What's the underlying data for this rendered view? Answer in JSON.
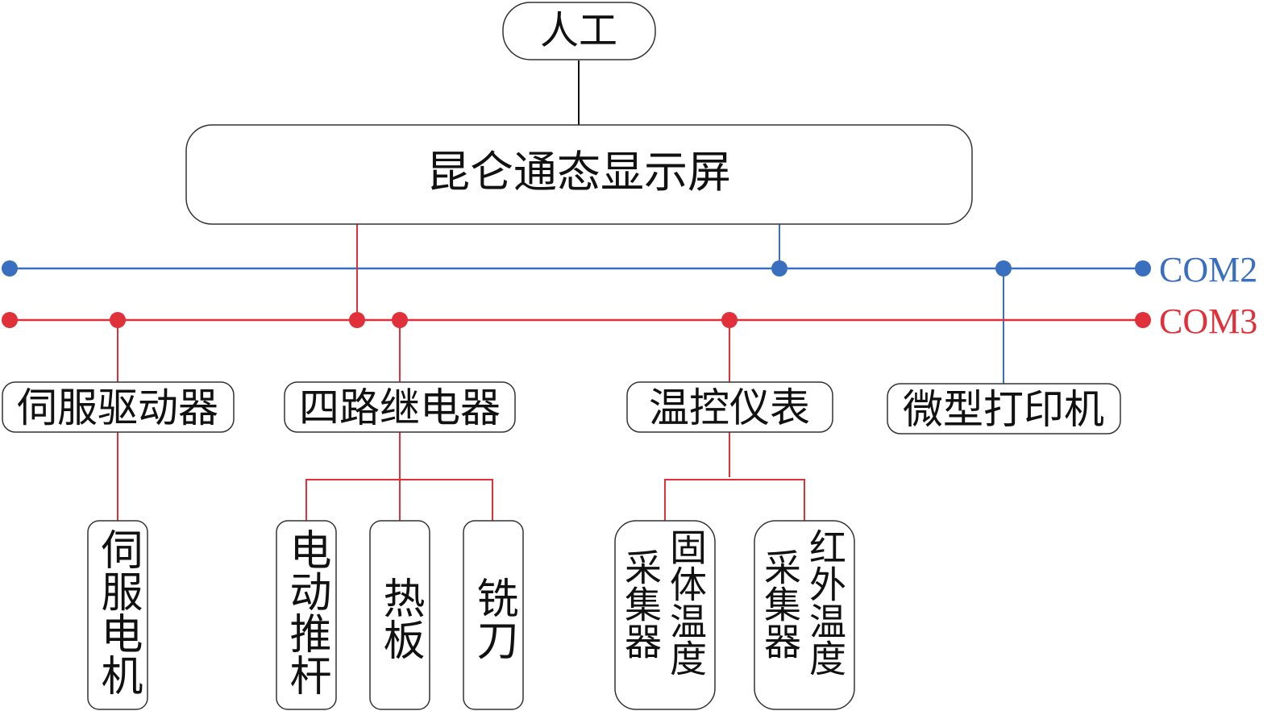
{
  "colors": {
    "com2": "#3a6fc0",
    "com3": "#e0303a",
    "line": "#111111"
  },
  "nodes": {
    "manual": "人工",
    "display": "昆仑通态显示屏",
    "servo_driver": "伺服驱动器",
    "relay": "四路继电器",
    "temp_controller": "温控仪表",
    "printer": "微型打印机",
    "servo_motor": "伺服电机",
    "actuator": "电动推杆",
    "hot_plate": "热板",
    "milling_cutter": "铣刀",
    "solid_temp_collector_a": "固体温度",
    "solid_temp_collector_b": "采集器",
    "ir_temp_collector_a": "红外温度",
    "ir_temp_collector_b": "采集器"
  },
  "buses": {
    "com2": "COM2",
    "com3": "COM3"
  }
}
